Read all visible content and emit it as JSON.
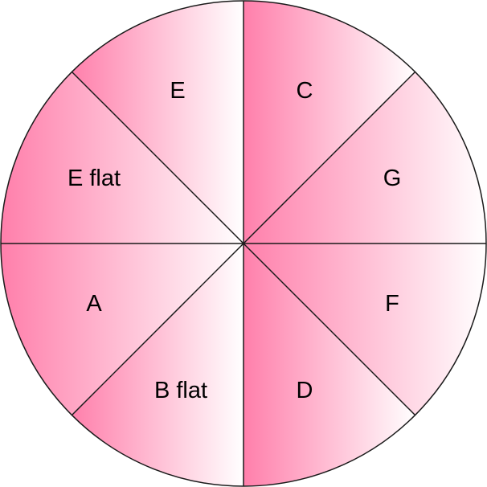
{
  "wheel": {
    "sectors": [
      {
        "label": "C"
      },
      {
        "label": "G"
      },
      {
        "label": "F"
      },
      {
        "label": "D"
      },
      {
        "label": "B flat"
      },
      {
        "label": "A"
      },
      {
        "label": "E flat"
      },
      {
        "label": "E"
      }
    ],
    "colors": {
      "fill_strong": "#ff7fab",
      "fill_light": "#ffffff",
      "outline": "#1a1a1a"
    }
  }
}
